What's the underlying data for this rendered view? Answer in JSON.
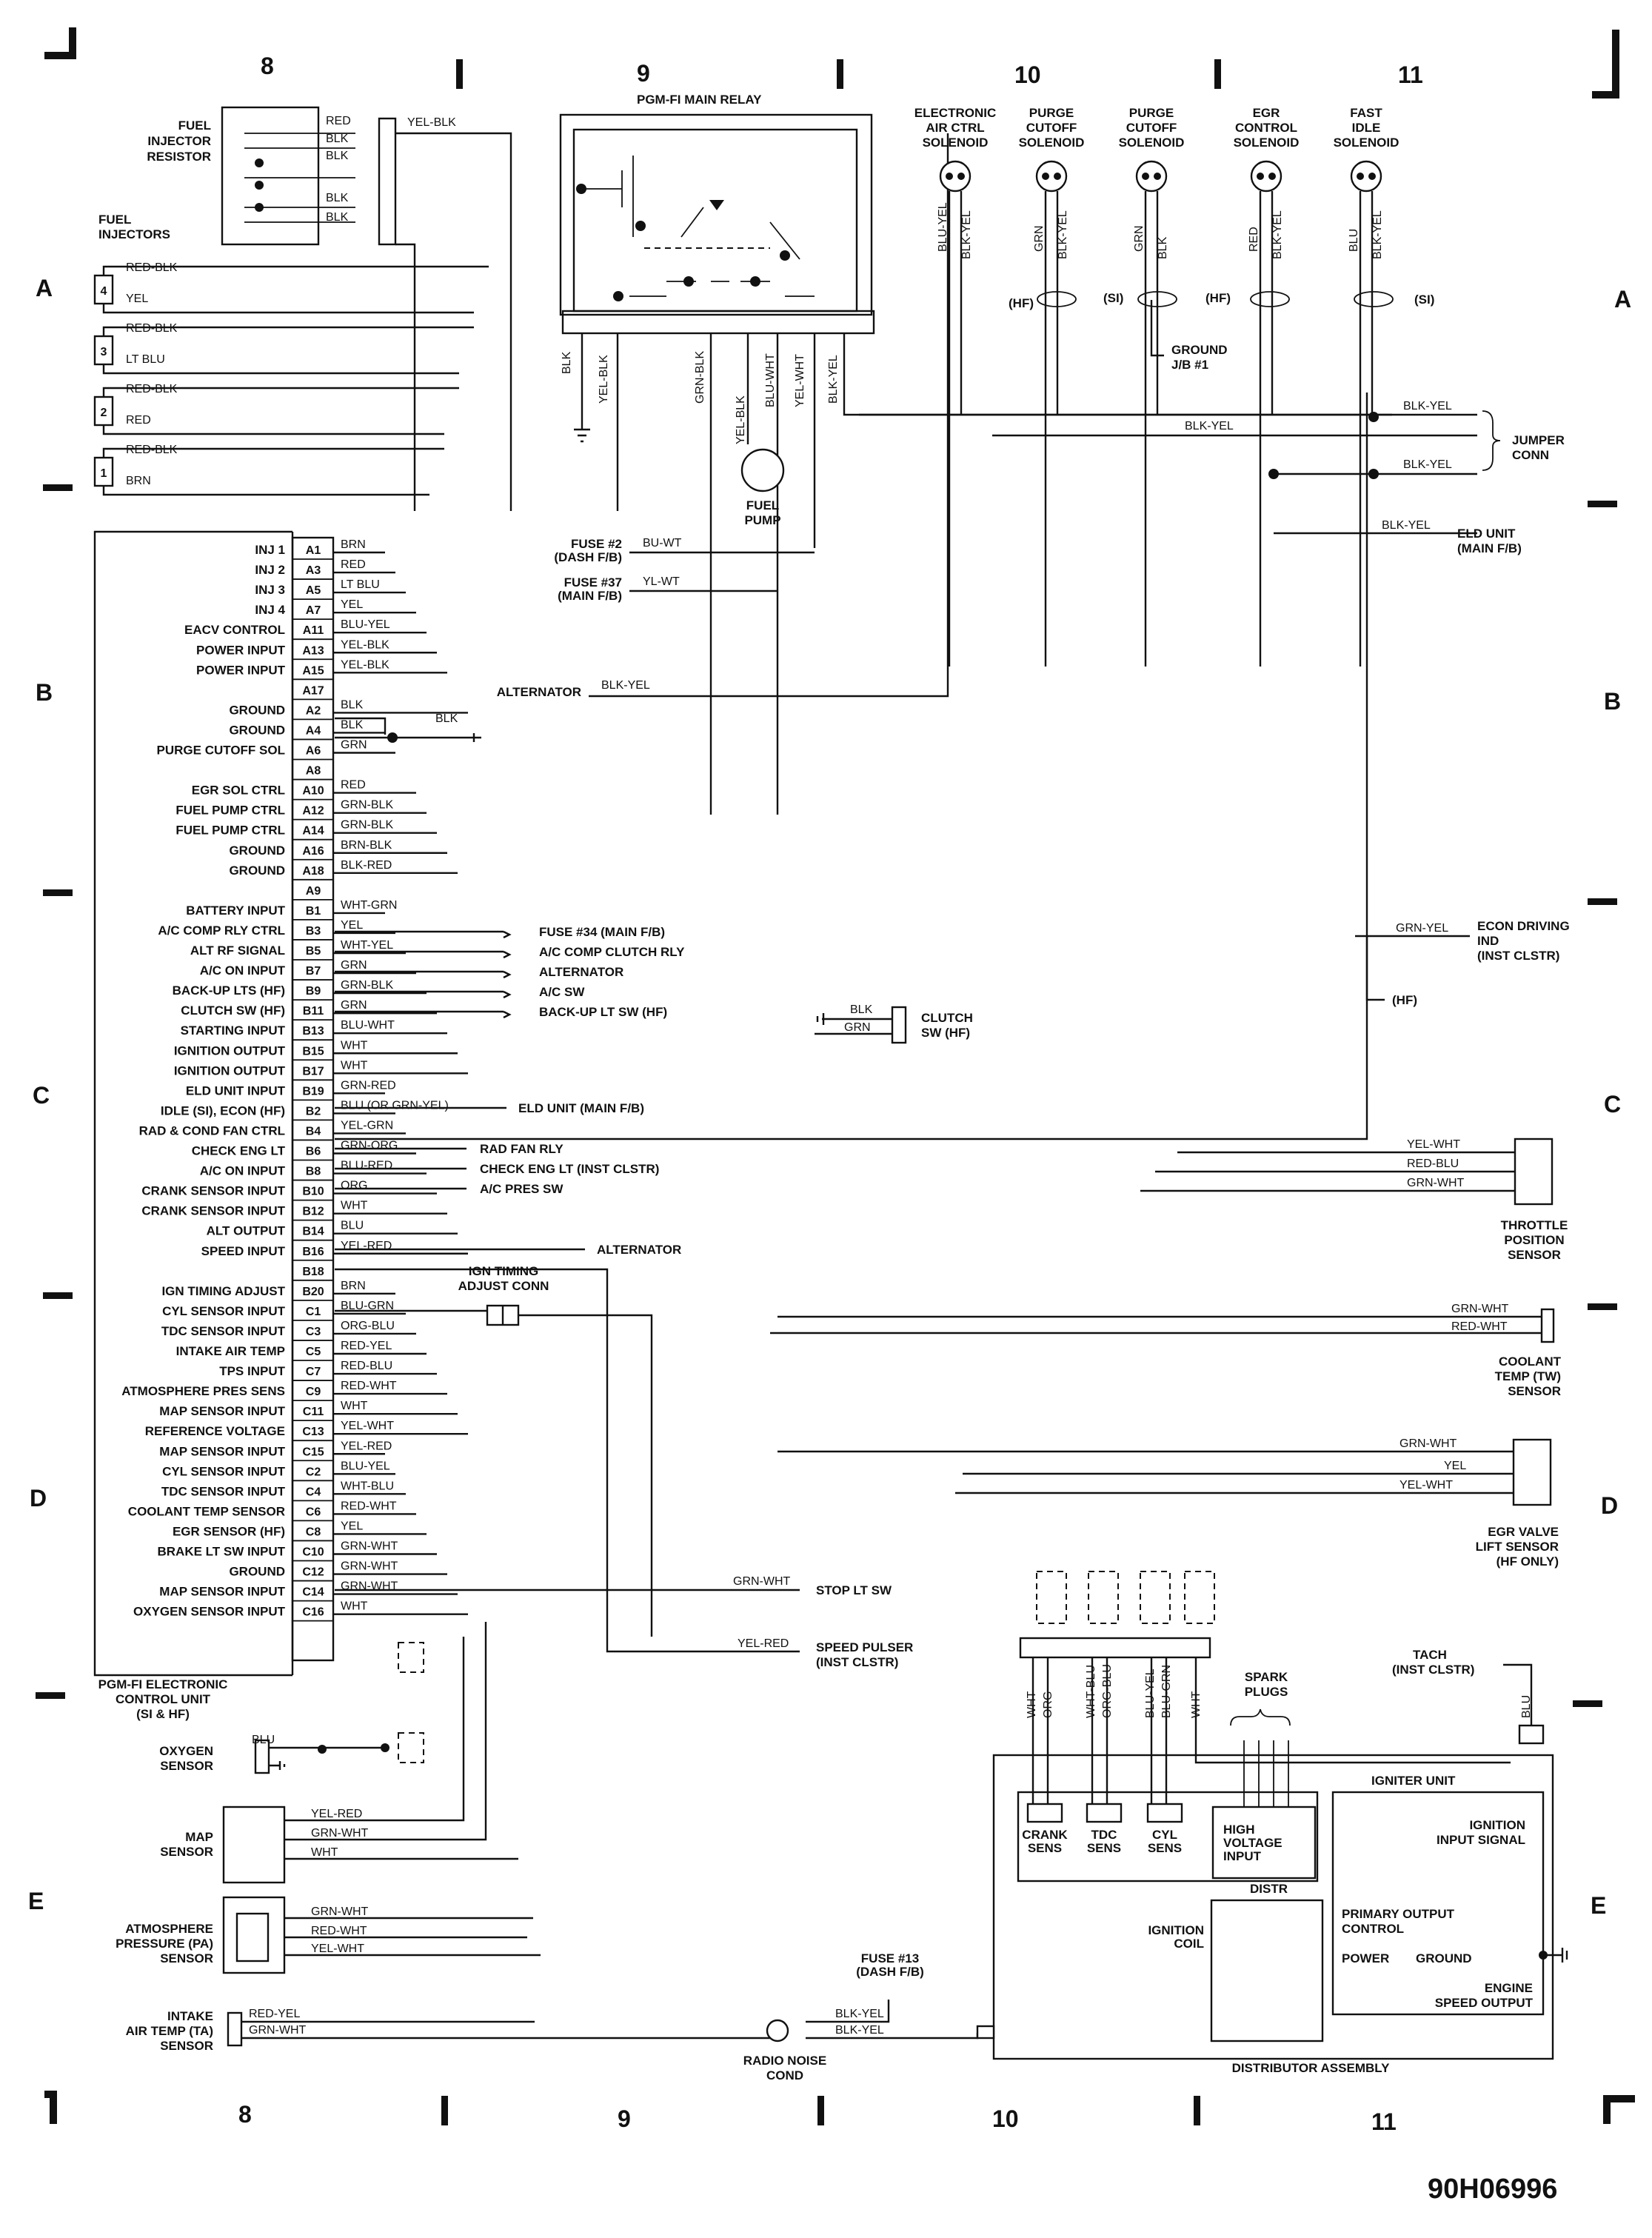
{
  "grid": {
    "columns": [
      "8",
      "9",
      "10",
      "11"
    ],
    "rows": [
      "A",
      "B",
      "C",
      "D",
      "E"
    ]
  },
  "ecu": {
    "title_lines": [
      "PGM-FI ELECTRONIC",
      "CONTROL UNIT",
      "(SI & HF)"
    ],
    "pins": [
      {
        "label": "INJ 1",
        "pin": "A1",
        "wire": "BRN"
      },
      {
        "label": "INJ 2",
        "pin": "A3",
        "wire": "RED"
      },
      {
        "label": "INJ 3",
        "pin": "A5",
        "wire": "LT BLU"
      },
      {
        "label": "INJ 4",
        "pin": "A7",
        "wire": "YEL"
      },
      {
        "label": "EACV CONTROL",
        "pin": "A11",
        "wire": "BLU-YEL"
      },
      {
        "label": "POWER INPUT",
        "pin": "A13",
        "wire": "YEL-BLK"
      },
      {
        "label": "POWER INPUT",
        "pin": "A15",
        "wire": "YEL-BLK"
      },
      {
        "label": "",
        "pin": "A17",
        "wire": ""
      },
      {
        "label": "GROUND",
        "pin": "A2",
        "wire": "BLK"
      },
      {
        "label": "GROUND",
        "pin": "A4",
        "wire": "BLK"
      },
      {
        "label": "PURGE CUTOFF SOL",
        "pin": "A6",
        "wire": "GRN"
      },
      {
        "label": "",
        "pin": "A8",
        "wire": ""
      },
      {
        "label": "EGR SOL CTRL",
        "pin": "A10",
        "wire": "RED"
      },
      {
        "label": "FUEL PUMP CTRL",
        "pin": "A12",
        "wire": "GRN-BLK"
      },
      {
        "label": "FUEL PUMP CTRL",
        "pin": "A14",
        "wire": "GRN-BLK"
      },
      {
        "label": "GROUND",
        "pin": "A16",
        "wire": "BRN-BLK"
      },
      {
        "label": "GROUND",
        "pin": "A18",
        "wire": "BLK-RED"
      },
      {
        "label": "",
        "pin": "A9",
        "wire": ""
      },
      {
        "label": "BATTERY INPUT",
        "pin": "B1",
        "wire": "WHT-GRN"
      },
      {
        "label": "A/C COMP RLY CTRL",
        "pin": "B3",
        "wire": "YEL"
      },
      {
        "label": "ALT RF SIGNAL",
        "pin": "B5",
        "wire": "WHT-YEL"
      },
      {
        "label": "A/C ON INPUT",
        "pin": "B7",
        "wire": "GRN"
      },
      {
        "label": "BACK-UP LTS (HF)",
        "pin": "B9",
        "wire": "GRN-BLK"
      },
      {
        "label": "CLUTCH SW (HF)",
        "pin": "B11",
        "wire": "GRN"
      },
      {
        "label": "STARTING INPUT",
        "pin": "B13",
        "wire": "BLU-WHT"
      },
      {
        "label": "IGNITION OUTPUT",
        "pin": "B15",
        "wire": "WHT"
      },
      {
        "label": "IGNITION OUTPUT",
        "pin": "B17",
        "wire": "WHT"
      },
      {
        "label": "ELD UNIT INPUT",
        "pin": "B19",
        "wire": "GRN-RED"
      },
      {
        "label": "IDLE (SI), ECON (HF)",
        "pin": "B2",
        "wire": "BLU (OR GRN-YEL)"
      },
      {
        "label": "RAD & COND FAN CTRL",
        "pin": "B4",
        "wire": "YEL-GRN"
      },
      {
        "label": "CHECK ENG LT",
        "pin": "B6",
        "wire": "GRN-ORG"
      },
      {
        "label": "A/C ON INPUT",
        "pin": "B8",
        "wire": "BLU-RED"
      },
      {
        "label": "CRANK SENSOR INPUT",
        "pin": "B10",
        "wire": "ORG"
      },
      {
        "label": "CRANK SENSOR INPUT",
        "pin": "B12",
        "wire": "WHT"
      },
      {
        "label": "ALT OUTPUT",
        "pin": "B14",
        "wire": "BLU"
      },
      {
        "label": "SPEED INPUT",
        "pin": "B16",
        "wire": "YEL-RED"
      },
      {
        "label": "",
        "pin": "B18",
        "wire": ""
      },
      {
        "label": "IGN TIMING ADJUST",
        "pin": "B20",
        "wire": "BRN"
      },
      {
        "label": "CYL SENSOR INPUT",
        "pin": "C1",
        "wire": "BLU-GRN"
      },
      {
        "label": "TDC SENSOR INPUT",
        "pin": "C3",
        "wire": "ORG-BLU"
      },
      {
        "label": "INTAKE AIR TEMP",
        "pin": "C5",
        "wire": "RED-YEL"
      },
      {
        "label": "TPS INPUT",
        "pin": "C7",
        "wire": "RED-BLU"
      },
      {
        "label": "ATMOSPHERE PRES SENS",
        "pin": "C9",
        "wire": "RED-WHT"
      },
      {
        "label": "MAP SENSOR INPUT",
        "pin": "C11",
        "wire": "WHT"
      },
      {
        "label": "REFERENCE VOLTAGE",
        "pin": "C13",
        "wire": "YEL-WHT"
      },
      {
        "label": "MAP SENSOR INPUT",
        "pin": "C15",
        "wire": "YEL-RED"
      },
      {
        "label": "CYL SENSOR INPUT",
        "pin": "C2",
        "wire": "BLU-YEL"
      },
      {
        "label": "TDC SENSOR INPUT",
        "pin": "C4",
        "wire": "WHT-BLU"
      },
      {
        "label": "COOLANT TEMP SENSOR",
        "pin": "C6",
        "wire": "RED-WHT"
      },
      {
        "label": "EGR SENSOR (HF)",
        "pin": "C8",
        "wire": "YEL"
      },
      {
        "label": "BRAKE LT SW INPUT",
        "pin": "C10",
        "wire": "GRN-WHT"
      },
      {
        "label": "GROUND",
        "pin": "C12",
        "wire": "GRN-WHT"
      },
      {
        "label": "MAP SENSOR INPUT",
        "pin": "C14",
        "wire": "GRN-WHT"
      },
      {
        "label": "OXYGEN SENSOR INPUT",
        "pin": "C16",
        "wire": "WHT"
      }
    ]
  },
  "b_destinations": [
    {
      "label": "FUSE #34 (MAIN F/B)"
    },
    {
      "label": "A/C COMP CLUTCH RLY"
    },
    {
      "label": "ALTERNATOR"
    },
    {
      "label": "A/C SW"
    },
    {
      "label": "BACK-UP LT SW (HF)"
    },
    {
      "label": "ELD UNIT (MAIN F/B)"
    },
    {
      "label": "RAD FAN RLY"
    },
    {
      "label": "CHECK ENG LT (INST CLSTR)"
    },
    {
      "label": "A/C PRES SW"
    },
    {
      "label": "ALTERNATOR"
    }
  ],
  "top": {
    "fuel_injector_resistor": [
      "FUEL",
      "INJECTOR",
      "RESISTOR"
    ],
    "resistor_wires": [
      "RED",
      "BLK",
      "BLK",
      "BLK",
      "BLK"
    ],
    "resistor_out": "YEL-BLK",
    "fuel_injectors": [
      "FUEL",
      "INJECTORS"
    ],
    "injectors": [
      {
        "num": "4",
        "wires": [
          "RED-BLK",
          "YEL"
        ]
      },
      {
        "num": "3",
        "wires": [
          "RED-BLK",
          "LT BLU"
        ]
      },
      {
        "num": "2",
        "wires": [
          "RED-BLK",
          "RED"
        ]
      },
      {
        "num": "1",
        "wires": [
          "RED-BLK",
          "BRN"
        ]
      }
    ],
    "main_relay": "PGM-FI MAIN RELAY",
    "relay_wires": [
      "BLK",
      "YEL-BLK",
      "GRN-BLK",
      "YEL-BLK",
      "BLU-WHT",
      "YEL-WHT",
      "BLK-YEL"
    ],
    "fuel_pump": [
      "FUEL",
      "PUMP"
    ],
    "fuse2": [
      "FUSE #2",
      "(DASH F/B)"
    ],
    "fuse2_wire": "BU-WT",
    "fuse37": [
      "FUSE #37",
      "(MAIN F/B)"
    ],
    "fuse37_wire": "YL-WT",
    "alternator": "ALTERNATOR",
    "alternator_wire": "BLK-YEL",
    "ground_blk": "BLK",
    "solenoids": [
      {
        "name": [
          "ELECTRONIC",
          "AIR CTRL",
          "SOLENOID"
        ],
        "wires": [
          "BLU-YEL",
          "BLK-YEL"
        ]
      },
      {
        "name": [
          "PURGE",
          "CUTOFF",
          "SOLENOID"
        ],
        "wires": [
          "GRN",
          "BLK-YEL"
        ]
      },
      {
        "name": [
          "PURGE",
          "CUTOFF",
          "SOLENOID"
        ],
        "wires": [
          "GRN",
          "BLK"
        ]
      },
      {
        "name": [
          "EGR",
          "CONTROL",
          "SOLENOID"
        ],
        "wires": [
          "RED",
          "BLK-YEL"
        ]
      },
      {
        "name": [
          "FAST",
          "IDLE",
          "SOLENOID"
        ],
        "wires": [
          "BLU",
          "BLK-YEL"
        ]
      }
    ],
    "hf": "(HF)",
    "si": "(SI)",
    "ground_jb": [
      "GROUND",
      "J/B #1"
    ],
    "jumper_wires": [
      "BLK-YEL",
      "BLK-YEL",
      "BLK-YEL"
    ],
    "jumper_conn": [
      "JUMPER",
      "CONN"
    ],
    "eld_unit_wire": "BLK-YEL",
    "eld_unit": [
      "ELD UNIT",
      "(MAIN F/B)"
    ]
  },
  "right": {
    "econ_wire": "GRN-YEL",
    "econ": [
      "ECON DRIVING",
      "IND",
      "(INST CLSTR)"
    ],
    "econ_hf": "(HF)",
    "clutch_wires": [
      "BLK",
      "GRN"
    ],
    "clutch_sw": [
      "CLUTCH",
      "SW (HF)"
    ],
    "throttle_wires": [
      "YEL-WHT",
      "RED-BLU",
      "GRN-WHT"
    ],
    "throttle": [
      "THROTTLE",
      "POSITION",
      "SENSOR"
    ],
    "coolant_wires": [
      "GRN-WHT",
      "RED-WHT"
    ],
    "coolant": [
      "COOLANT",
      "TEMP (TW)",
      "SENSOR"
    ],
    "egr_wires": [
      "GRN-WHT",
      "YEL",
      "YEL-WHT"
    ],
    "egr": [
      "EGR VALVE",
      "LIFT SENSOR",
      "(HF ONLY)"
    ],
    "ign_timing": [
      "IGN TIMING",
      "ADJUST CONN"
    ],
    "stop_wire": "GRN-WHT",
    "stop": "STOP LT SW",
    "speed_wire": "YEL-RED",
    "speed": [
      "SPEED PULSER",
      "(INST CLSTR)"
    ],
    "tach": [
      "TACH",
      "(INST CLSTR)"
    ],
    "tach_wire": "BLU"
  },
  "bottom_left": {
    "oxygen": [
      "OXYGEN",
      "SENSOR"
    ],
    "oxygen_wire": "BLU",
    "map": [
      "MAP",
      "SENSOR"
    ],
    "map_wires": [
      "YEL-RED",
      "GRN-WHT",
      "WHT"
    ],
    "pa": [
      "ATMOSPHERE",
      "PRESSURE (PA)",
      "SENSOR"
    ],
    "pa_wires": [
      "GRN-WHT",
      "RED-WHT",
      "YEL-WHT"
    ],
    "ta": [
      "INTAKE",
      "AIR TEMP (TA)",
      "SENSOR"
    ],
    "ta_wires": [
      "RED-YEL",
      "GRN-WHT"
    ]
  },
  "distributor": {
    "conn_wires": [
      "WHT",
      "ORG",
      "WHT-BLU",
      "ORG-BLU",
      "BLU-YEL",
      "BLU-GRN",
      "WHT"
    ],
    "spark_plugs": [
      "SPARK",
      "PLUGS"
    ],
    "sensors": [
      [
        "CRANK",
        "SENS"
      ],
      [
        "TDC",
        "SENS"
      ],
      [
        "CYL",
        "SENS"
      ]
    ],
    "high_voltage": [
      "HIGH",
      "VOLTAGE",
      "INPUT"
    ],
    "igniter_unit": "IGNITER UNIT",
    "ignition_input": [
      "IGNITION",
      "INPUT SIGNAL"
    ],
    "distr": "DISTR",
    "ignition_coil": [
      "IGNITION",
      "COIL"
    ],
    "primary_output": [
      "PRIMARY OUTPUT",
      "CONTROL"
    ],
    "power": "POWER",
    "ground": "GROUND",
    "engine_speed": [
      "ENGINE",
      "SPEED OUTPUT"
    ],
    "assembly": "DISTRIBUTOR ASSEMBLY",
    "fuse13": [
      "FUSE #13",
      "(DASH F/B)"
    ],
    "radio_wires": [
      "BLK-YEL",
      "BLK-YEL"
    ],
    "radio": [
      "RADIO NOISE",
      "COND"
    ]
  },
  "figure_id": "90H06996"
}
